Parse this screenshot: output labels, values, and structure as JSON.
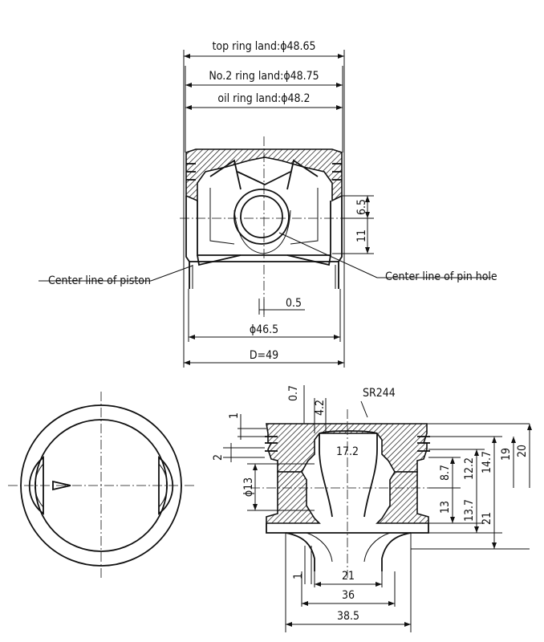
{
  "top_view": {
    "top_ring_land": "top ring land:ϕ48.65",
    "no2_ring_land": "No.2 ring land:ϕ48.75",
    "oil_ring_land": "oil ring land:ϕ48.2",
    "dim_6_5": "6.5",
    "dim_11": "11",
    "center_line_piston": "Center line of piston",
    "center_line_pin_hole": "Center line of pin hole",
    "dim_0_5": "0.5",
    "dim_46_5": "ϕ46.5",
    "dim_d49": "D=49"
  },
  "section_view": {
    "dim_0_7": "0.7",
    "dim_4_2": "4.2",
    "dim_sr244": "SR244",
    "dim_1_top": "1",
    "dim_2": "2",
    "dim_17_2": "17.2",
    "dim_phi13": "ϕ13",
    "dim_8_7": "8.7",
    "dim_12_2": "12.2",
    "dim_14_7": "14.7",
    "dim_19": "19",
    "dim_20": "20",
    "dim_13": "13",
    "dim_13_7": "13.7",
    "dim_21_v": "21",
    "dim_1_bottom": "1",
    "dim_21_h": "21",
    "dim_36": "36",
    "dim_38_5": "38.5"
  }
}
